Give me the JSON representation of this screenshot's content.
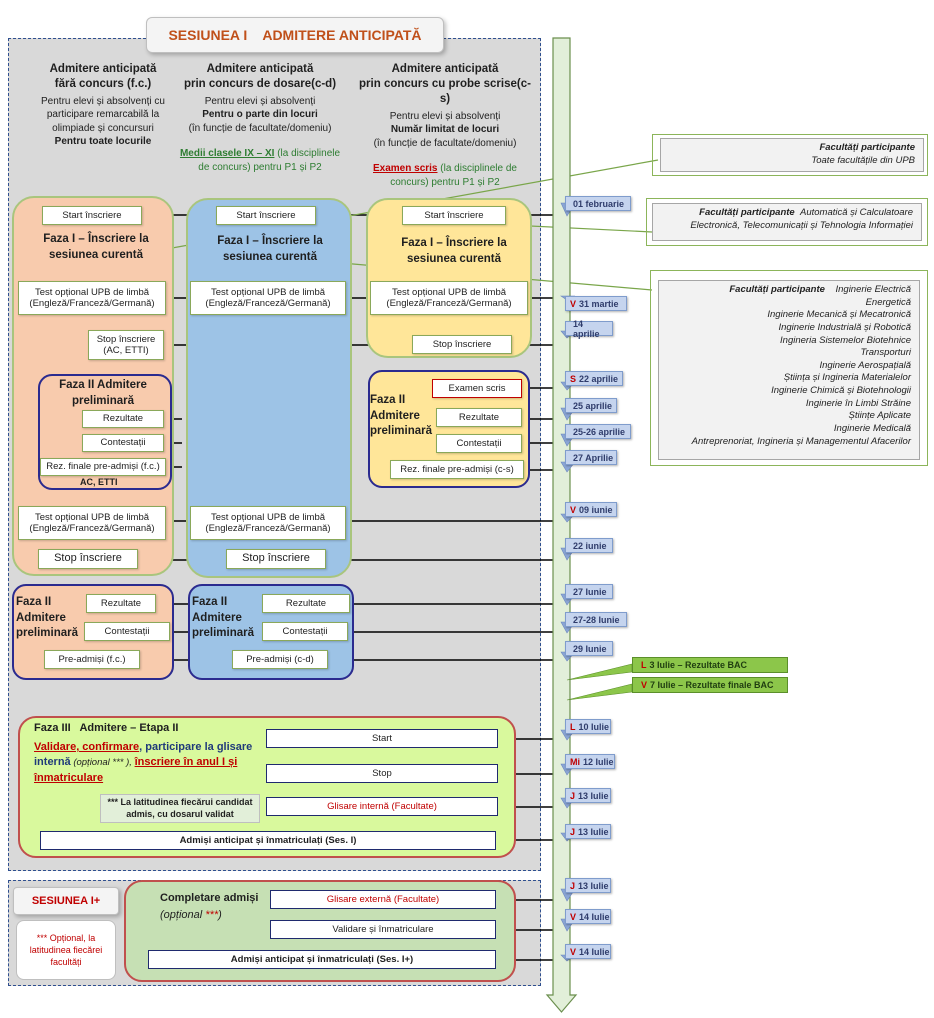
{
  "session1": {
    "title": "SESIUNEA I    ADMITERE ANTICIPATĂ"
  },
  "columns": [
    {
      "title": "Admitere anticipată",
      "title2": "fără concurs (f.c.)",
      "desc1": "Pentru elevi și absolvenți cu participare remarcabilă la olimpiade și concursuri",
      "desc2": "Pentru toate locurile",
      "crit1": "",
      "crit2": ""
    },
    {
      "title": "Admitere anticipată",
      "title2": "prin concurs de dosare(c-d)",
      "desc1": "Pentru elevi și absolvenți",
      "desc2": "Pentru o parte din locuri",
      "desc3": "(în funcție de facultate/domeniu)",
      "crit1": "Medii clasele IX – XI",
      "crit2": " (la disciplinele de concurs) pentru P1 și P2"
    },
    {
      "title": "Admitere anticipată",
      "title2": "prin concurs cu probe scrise(c-s)",
      "desc1": "Pentru elevi și absolvenți",
      "desc2": "Număr limitat de locuri",
      "desc3": "(în funcție de facultate/domeniu)",
      "crit1": "Examen scris",
      "crit2": " (la disciplinele de concurs) pentru P1 și P2"
    }
  ],
  "labels": {
    "start": "Start înscriere",
    "phase1": "Faza I – Înscriere la sesiunea curentă",
    "test": "Test opțional UPB de limbă (Engleză/Franceză/Germană)",
    "stop_ac": "Stop înscriere (AC, ETTI)",
    "stop": "Stop înscriere",
    "phase2": "Faza II Admitere preliminară",
    "results": "Rezultate",
    "contest": "Contestații",
    "final_fc": "Rez. finale pre-admiși (f.c.)",
    "ac_etti": "AC, ETTI",
    "exam": "Examen scris",
    "final_cs": "Rez. finale pre-admiși (c-s)",
    "pre_fc": "Pre-admiși (f.c.)",
    "pre_cd": "Pre-admiși (c-d)"
  },
  "phase3": {
    "title": "Faza III   Admitere – Etapa II",
    "t1": "Validare, confirmare",
    "t2": ", participare la glisare internă",
    "t3": " (opțional *** ), ",
    "t4": "înscriere în anul I și înmatriculare",
    "note": "*** La latitudinea fiecărui candidat admis, cu dosarul validat",
    "start": "Start",
    "stop": "Stop",
    "glisare": "Glisare internă (Facultate)",
    "admisi": "Admiși anticipat și înmatriculați (Ses. I)"
  },
  "session1plus": {
    "title": "SESIUNEA I+",
    "note": "*** Opțional, la latitudinea fiecărei facultăți",
    "completare": "Completare admiși",
    "optional": "(opțional ",
    "stars": "***",
    "close": ")",
    "glisare": "Glisare externă (Facultate)",
    "validare": "Validare și înmatriculare",
    "admisi": "Admiși anticipat și înmatriculați (Ses. I+)"
  },
  "dates": [
    {
      "d": "",
      "t": "01 februarie"
    },
    {
      "d": "V",
      "t": "31 martie"
    },
    {
      "d": "",
      "t": "14 aprilie"
    },
    {
      "d": "S",
      "t": "22 aprilie"
    },
    {
      "d": "",
      "t": "25 aprilie"
    },
    {
      "d": "",
      "t": "25-26 aprilie"
    },
    {
      "d": "",
      "t": "27 Aprilie"
    },
    {
      "d": "V",
      "t": "09 iunie"
    },
    {
      "d": "",
      "t": "22 iunie"
    },
    {
      "d": "",
      "t": "27 Iunie"
    },
    {
      "d": "",
      "t": "27-28 Iunie"
    },
    {
      "d": "",
      "t": "29 Iunie"
    },
    {
      "d": "L",
      "t": "10 Iulie"
    },
    {
      "d": "Mi",
      "t": "12 Iulie"
    },
    {
      "d": "J",
      "t": "13 Iulie"
    },
    {
      "d": "J",
      "t": "13 Iulie"
    },
    {
      "d": "J",
      "t": "13 Iulie"
    },
    {
      "d": "V",
      "t": "14 Iulie"
    },
    {
      "d": "V",
      "t": "14 Iulie"
    }
  ],
  "bac": [
    {
      "d": "L",
      "t": "3 Iulie – Rezultate BAC"
    },
    {
      "d": "V",
      "t": "7 Iulie – Rezultate finale BAC"
    }
  ],
  "faculties": {
    "fc_label": "Facultăți participante",
    "fc_list": "Toate facultățile din UPB",
    "cd_label": "Facultăți participante",
    "cd_list1": "Automatică și Calculatoare",
    "cd_list2": "Electronică, Telecomunicații și Tehnologia Informației",
    "cs_label": "Facultăți participante",
    "cs_list": [
      "Inginerie Electrică",
      "Energetică",
      "Inginerie Mecanică și Mecatronică",
      "Inginerie Industrială și Robotică",
      "Ingineria Sistemelor Biotehnice",
      "Transporturi",
      "Inginerie Aerospațială",
      "Știința și Ingineria Materialelor",
      "Inginerie Chimică și Biotehnologii",
      "Inginerie în Limbi Străine",
      "Științe Aplicate",
      "Inginerie Medicală",
      "Antreprenoriat, Ingineria și Managementul Afacerilor"
    ]
  },
  "colors": {
    "fc": "#f8cbad",
    "cd": "#9dc3e6",
    "cs": "#ffe699",
    "phase3": "#d9f99d",
    "timeline": "#e2efd9"
  }
}
